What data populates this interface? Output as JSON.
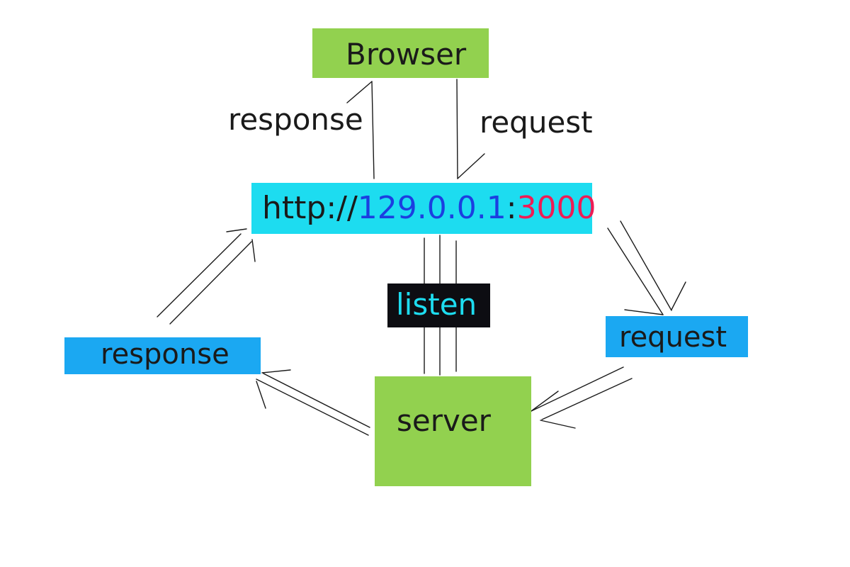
{
  "browser": {
    "label": "Browser"
  },
  "url": {
    "protocol": "http://",
    "host": "129.0.0.1",
    "colon": ":",
    "port": "3000"
  },
  "listen": {
    "label": "listen"
  },
  "response_box": {
    "label": "response"
  },
  "request_box": {
    "label": "request"
  },
  "server": {
    "label": "server"
  },
  "edge_labels": {
    "response": "response",
    "request": "request"
  },
  "colors": {
    "node_green": "#92d14f",
    "url_cyan": "#1ddcf0",
    "box_blue": "#1ba8f2",
    "listen_bg": "#0d0d12",
    "host_blue": "#1b3fe0",
    "port_red": "#ee1c55"
  }
}
